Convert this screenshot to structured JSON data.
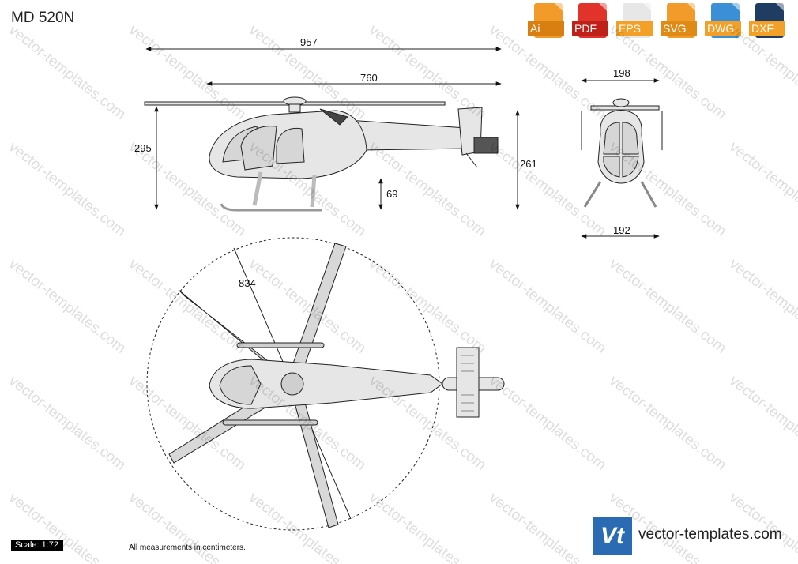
{
  "title": "MD 520N",
  "formats": [
    {
      "label": "Ai",
      "color": "#f29b2a",
      "badge": "#d97f12"
    },
    {
      "label": "PDF",
      "color": "#e2332b",
      "badge": "#c0201a"
    },
    {
      "label": "EPS",
      "color": "#e7e7e7",
      "badge": "#f2a027"
    },
    {
      "label": "SVG",
      "color": "#f29b2a",
      "badge": "#e08a16"
    },
    {
      "label": "DWG",
      "color": "#3a8fd6",
      "badge": "#f2a027"
    },
    {
      "label": "DXF",
      "color": "#1f3d62",
      "badge": "#f2a027"
    }
  ],
  "dimensions": {
    "overall_length": "957",
    "fuselage_length": "760",
    "height_rotor": "295",
    "height_tail": "261",
    "skid_clearance": "69",
    "front_width": "198",
    "skid_width": "192",
    "rotor_diameter": "834"
  },
  "watermark": "vector-templates.com",
  "scale": "Scale: 1:72",
  "note": "All measurements in centimeters.",
  "logo_text": "Vt",
  "site": "vector-templates.com"
}
